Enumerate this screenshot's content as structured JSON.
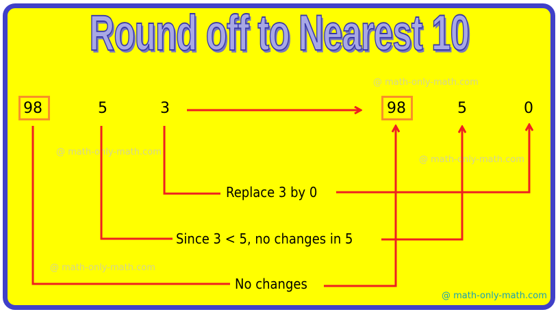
{
  "title": "Round off to Nearest 10",
  "original_number": {
    "tens_group": "98",
    "tens_digit": "5",
    "ones_digit": "3"
  },
  "rounded_number": {
    "tens_group": "98",
    "tens_digit": "5",
    "ones_digit": "0"
  },
  "explanations": {
    "ones": "Replace 3 by 0",
    "tens": "Since 3 < 5, no changes in 5",
    "hundreds": "No changes"
  },
  "watermarks": {
    "wm1": "@ math-only-math.com",
    "wm2": "@ math-only-math.com",
    "wm3": "@ math-only-math.com",
    "wm4": "@ math-only-math.com",
    "footer": "@ math-only-math.com"
  },
  "colors": {
    "background": "#ffff00",
    "frame_border": "#4040c8",
    "highlight_box": "#f89028",
    "arrow": "#ee2020",
    "title_fill": "#a8a8e4",
    "footer_watermark": "#1aa0b4"
  }
}
